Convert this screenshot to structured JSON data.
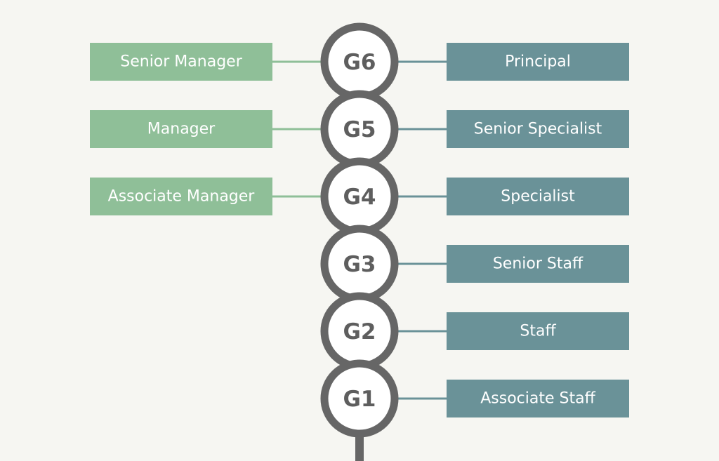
{
  "colors": {
    "background": "#f6f6f2",
    "management_track": "#8fbf98",
    "management_connector": "#8fbf98",
    "specialist_track": "#6a9298",
    "specialist_connector": "#6a9298",
    "spine": "#666666",
    "ring": "#666666",
    "ring_fill": "#ffffff",
    "grade_text": "#5e5e5e",
    "label_text": "#ffffff"
  },
  "grades": [
    {
      "code": "G6",
      "management": "Senior Manager",
      "specialist": "Principal"
    },
    {
      "code": "G5",
      "management": "Manager",
      "specialist": "Senior Specialist"
    },
    {
      "code": "G4",
      "management": "Associate Manager",
      "specialist": "Specialist"
    },
    {
      "code": "G3",
      "management": "",
      "specialist": "Senior Staff"
    },
    {
      "code": "G2",
      "management": "",
      "specialist": "Staff"
    },
    {
      "code": "G1",
      "management": "",
      "specialist": "Associate Staff"
    }
  ]
}
